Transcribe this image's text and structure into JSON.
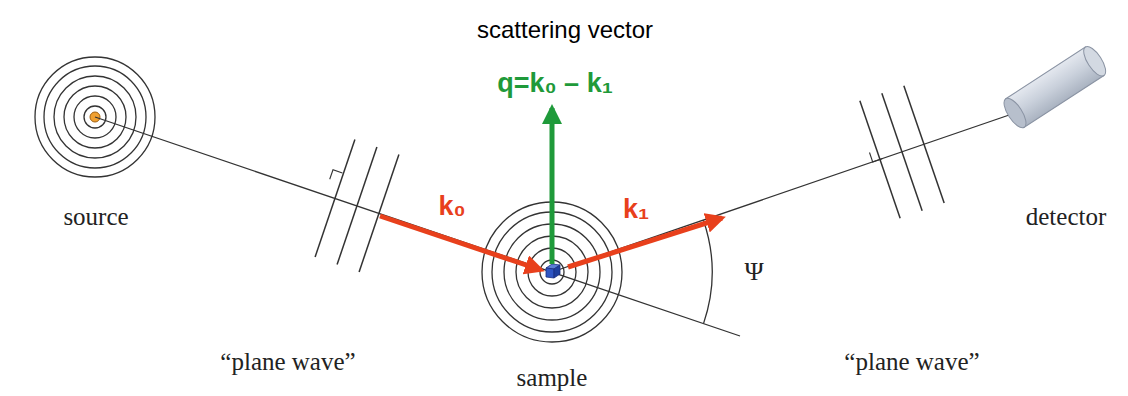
{
  "diagram": {
    "labels": [
      "scattering vector",
      "q=k₀ – k₁",
      "k₀",
      "k₁",
      "source",
      "“plane wave”",
      "sample",
      "“plane wave”",
      "detector",
      "Ψ"
    ]
  }
}
